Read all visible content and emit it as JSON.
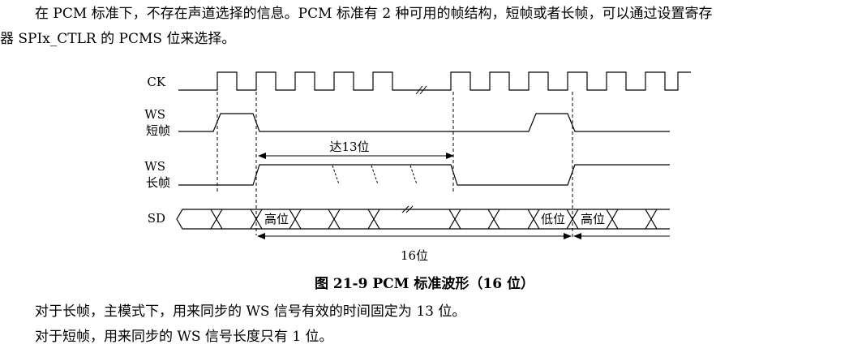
{
  "text": {
    "para1_line1": "在 PCM 标准下，不存在声道选择的信息。PCM 标准有 2 种可用的帧结构，短帧或者长帧，可以通过设置寄存",
    "para1_line2": "器 SPIx_CTLR 的 PCMS 位来选择。",
    "caption": "图  21-9 PCM 标准波形（16 位）",
    "para2": "对于长帧，主模式下，用来同步的 WS 信号有效的时间固定为 13 位。",
    "para3": "对于短帧，用来同步的 WS 信号长度只有 1 位。"
  },
  "diagram": {
    "signals": {
      "ck": "CK",
      "ws_short_1": "WS",
      "ws_short_2": "短帧",
      "ws_long_1": "WS",
      "ws_long_2": "长帧",
      "sd": "SD"
    },
    "span_13": "达13位",
    "span_16": "16位",
    "sd_bits": {
      "high_1": "高位",
      "low": "低位",
      "high_2": "高位"
    }
  }
}
